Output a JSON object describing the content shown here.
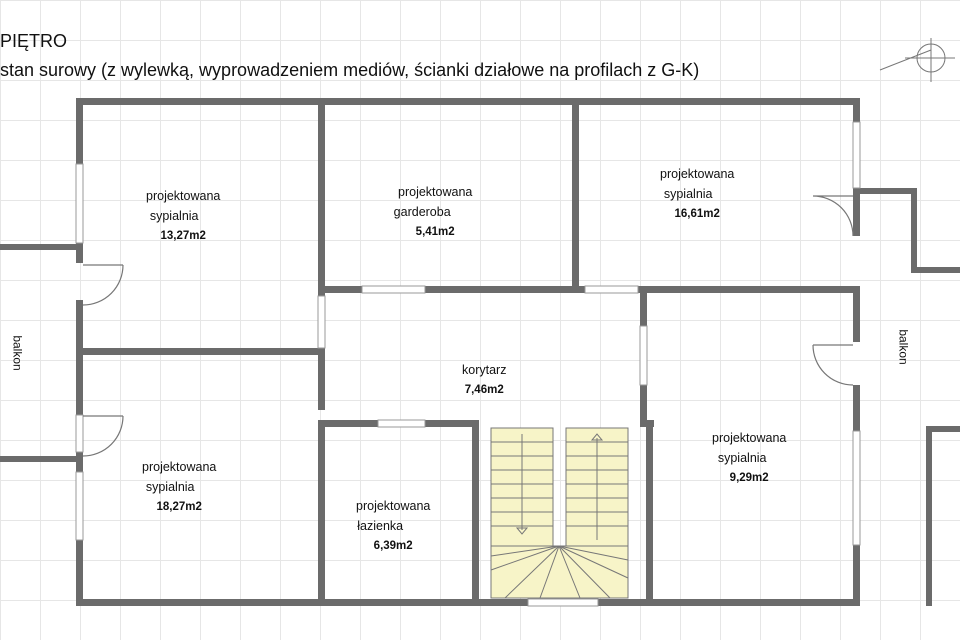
{
  "header": {
    "floor": "PIĘTRO",
    "subtitle": "stan surowy (z wylewką, wyprowadzeniem mediów, ścianki działowe na profilach z G-K)"
  },
  "rooms": {
    "bedroom_nw": {
      "name1": "projektowana",
      "name2": "sypialnia",
      "area": "13,27m2"
    },
    "wardrobe": {
      "name1": "projektowana",
      "name2": "garderoba",
      "area": "5,41m2"
    },
    "bedroom_ne": {
      "name1": "projektowana",
      "name2": "sypialnia",
      "area": "16,61m2"
    },
    "corridor": {
      "name1": "korytarz",
      "area": "7,46m2"
    },
    "bedroom_sw": {
      "name1": "projektowana",
      "name2": "sypialnia",
      "area": "18,27m2"
    },
    "bathroom": {
      "name1": "projektowana",
      "name2": "łazienka",
      "area": "6,39m2"
    },
    "bedroom_se": {
      "name1": "projektowana",
      "name2": "sypialnia",
      "area": "9,29m2"
    }
  },
  "balconies": {
    "west": "balkon",
    "east": "balkon"
  },
  "colors": {
    "wall": "#6b6b6b",
    "stairs": "#f7f4c8",
    "grid": "#e6e6e6"
  }
}
